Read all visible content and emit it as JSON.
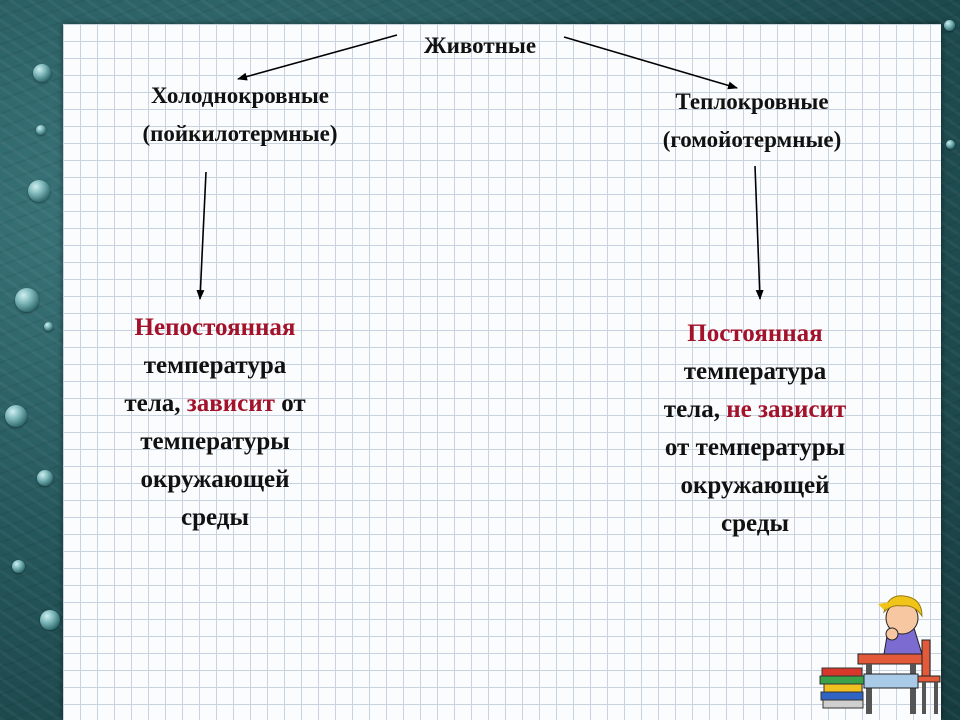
{
  "diagram": {
    "root": "Животные",
    "left": {
      "title_line1": "Холоднокровные",
      "title_line2": "(пойкилотермные)",
      "desc": {
        "l1_red": "Непостоянная",
        "l2": "температура",
        "l3_a": "тела, ",
        "l3_red": "зависит",
        "l3_b": " от",
        "l4": "температуры",
        "l5": "окружающей",
        "l6": "среды"
      }
    },
    "right": {
      "title_line1": "Теплокровные",
      "title_line2": "(гомойотермные)",
      "desc": {
        "l1_red": "Постоянная",
        "l2": "температура",
        "l3_a": "тела,  ",
        "l3_red": "не зависит",
        "l4": "от температуры",
        "l5": "окружающей",
        "l6": "среды"
      }
    },
    "colors": {
      "text": "#111111",
      "accent_red": "#a3122a",
      "paper": "#fbfcfd",
      "grid": "#c9d3df",
      "frame": "#25585c"
    },
    "illustration_icon": "student-at-desk-icon"
  }
}
